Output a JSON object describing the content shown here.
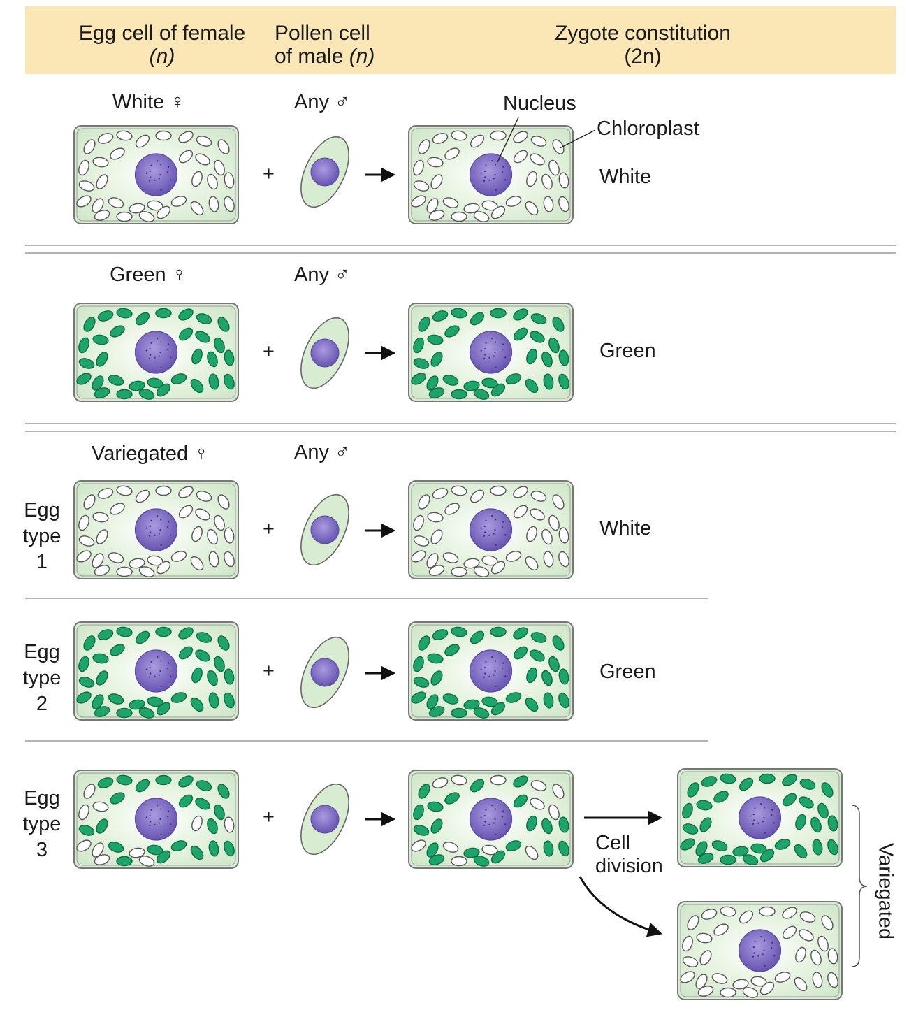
{
  "header": {
    "egg_col": "Egg cell of female",
    "egg_ploidy": "(n)",
    "pollen_col_line1": "Pollen cell",
    "pollen_col_line2": "of male",
    "pollen_ploidy": "(n)",
    "zygote_col": "Zygote constitution",
    "zygote_ploidy": "(2n)"
  },
  "sections": [
    {
      "female": "White",
      "male": "Any",
      "result": "White"
    },
    {
      "female": "Green",
      "male": "Any",
      "result": "Green"
    },
    {
      "female": "Variegated",
      "male": "Any",
      "egg_types": [
        {
          "label_word1": "Egg",
          "label_word2": "type",
          "number": "1",
          "result": "White"
        },
        {
          "label_word1": "Egg",
          "label_word2": "type",
          "number": "2",
          "result": "Green"
        },
        {
          "label_word1": "Egg",
          "label_word2": "type",
          "number": "3",
          "result": ""
        }
      ]
    }
  ],
  "labels": {
    "nucleus": "Nucleus",
    "chloroplast": "Chloroplast",
    "cell_division_line1": "Cell",
    "cell_division_line2": "division",
    "variegated_bracket": "Variegated",
    "plus": "+",
    "female_symbol": "♀",
    "male_symbol": "♂"
  },
  "colors": {
    "header_band": "#fbe6b6",
    "cell_fill": "#d8ecd2",
    "cell_border": "#777777",
    "chloroplast_green": "#1ea46a",
    "chloroplast_white": "#ffffff",
    "nucleus": "#7e6bbd",
    "separator": "#999999"
  }
}
